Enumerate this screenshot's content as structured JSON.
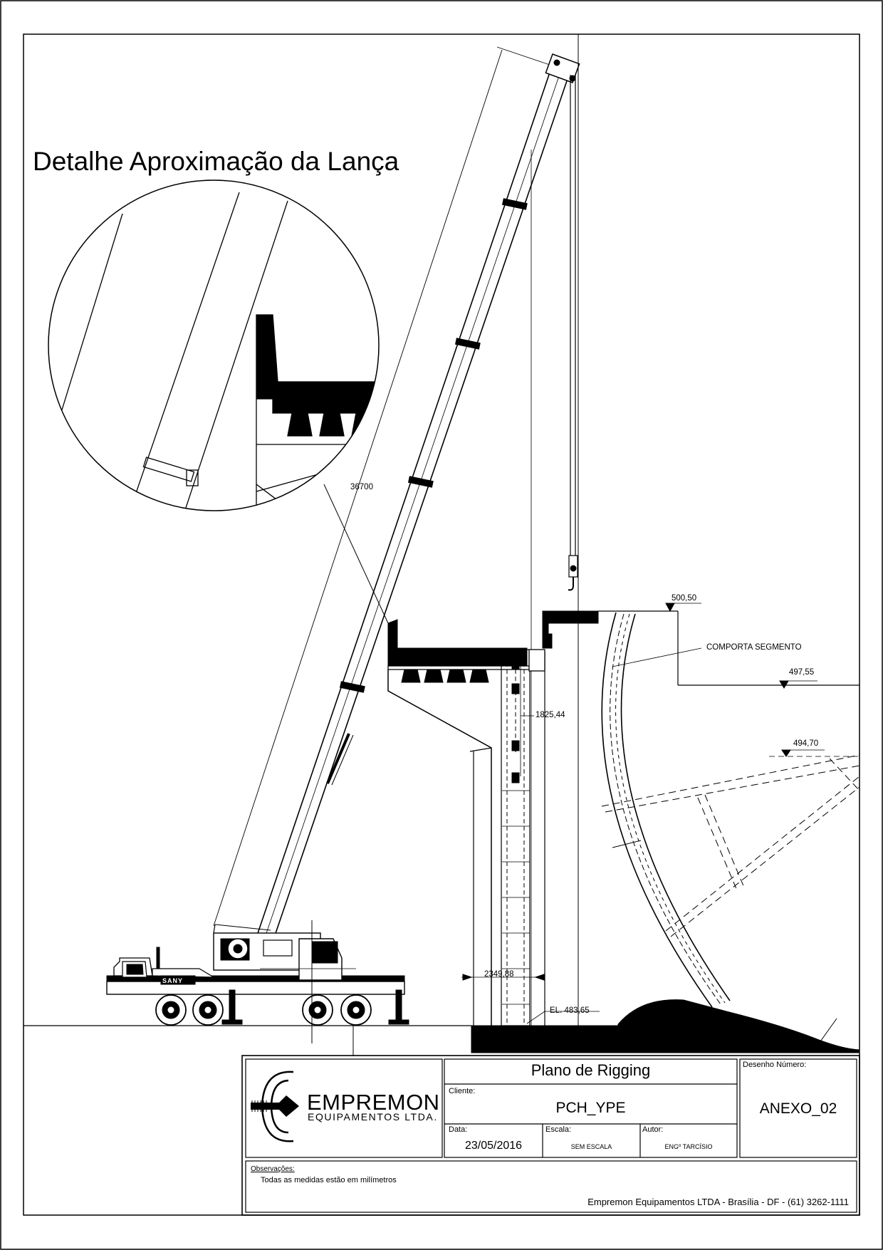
{
  "detail": {
    "title": "Detalhe Aproximação da Lança"
  },
  "dimensions": {
    "boom_length": "36700",
    "crest_elevation": "500,50",
    "gate_label": "COMPORTA SEGMENTO",
    "level_1": "497,55",
    "level_2": "494,70",
    "vertical_dim": "1825,44",
    "horizontal_dim": "2349,88",
    "base_elevation": "EL. 483,65"
  },
  "crane": {
    "brand": "SANY"
  },
  "title_block": {
    "logo_word": "EMPREMON",
    "logo_sub": "EQUIPAMENTOS LTDA.",
    "plan_title": "Plano de Rigging",
    "client_label": "Cliente:",
    "client_value": "PCH_YPE",
    "date_label": "Data:",
    "date_value": "23/05/2016",
    "scale_label": "Escala:",
    "scale_value": "SEM ESCALA",
    "author_label": "Autor:",
    "author_value": "ENGº TARCÍSIO",
    "drawing_number_label": "Desenho Número:",
    "drawing_number_value": "ANEXO_02",
    "notes_label": "Observações:",
    "notes_value": "Todas as medidas estão em milímetros",
    "footer": "Empremon Equipamentos LTDA - Brasília - DF - (61) 3262-1111"
  },
  "colors": {
    "line": "#000000",
    "background": "#ffffff"
  }
}
